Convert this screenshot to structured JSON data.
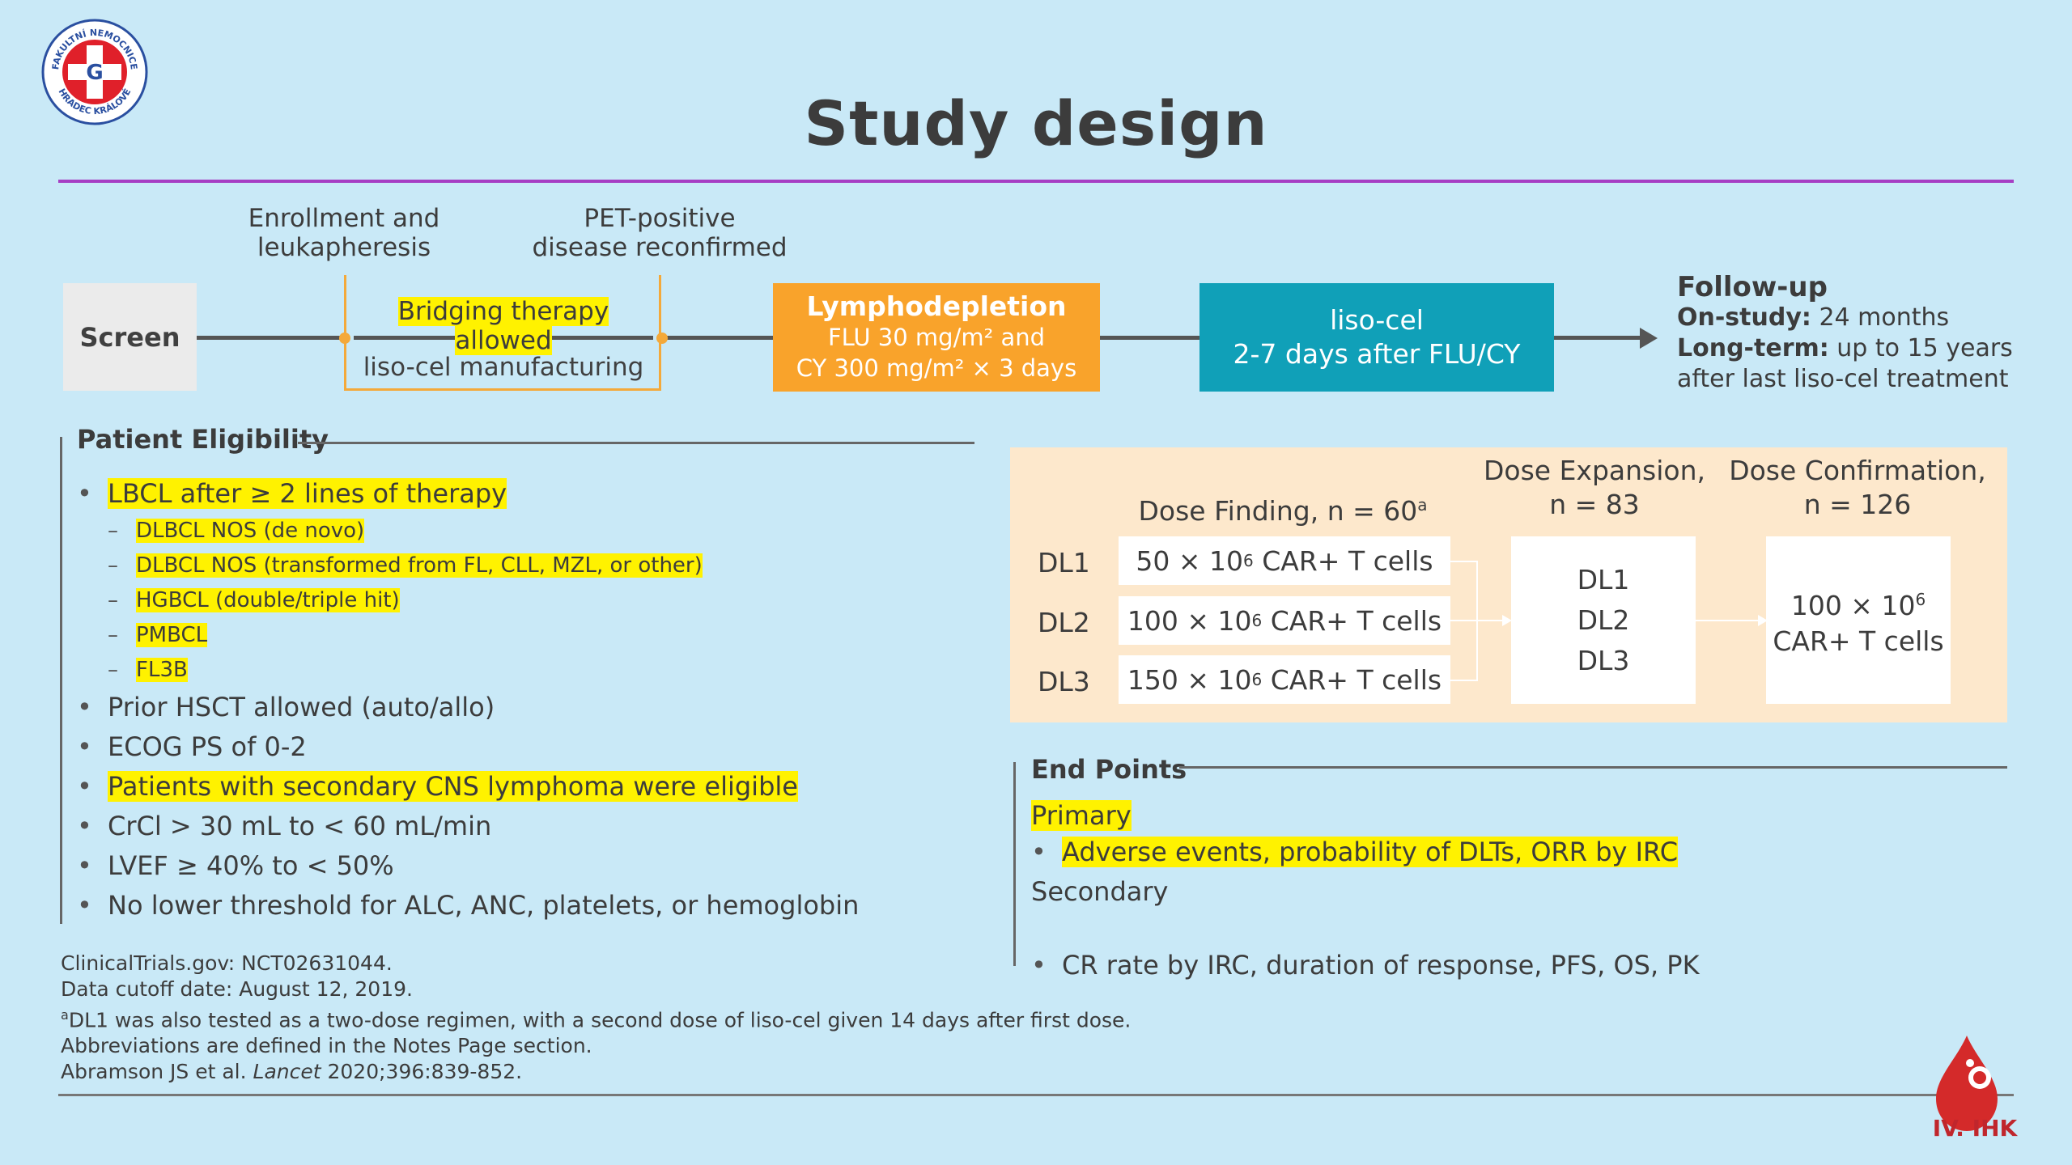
{
  "logo": {
    "name": "Fakultní nemocnice Hradec Králové",
    "ring_text_top": "FAKULTNÍ NEMOCNICE",
    "ring_text_bottom": "HRADEC KRÁLOVÉ"
  },
  "title": "Study design",
  "timeline": {
    "label_enrollment_1": "Enrollment and",
    "label_enrollment_2": "leukapheresis",
    "label_pet_1": "PET-positive",
    "label_pet_2": "disease reconfirmed",
    "screen": "Screen",
    "bridging": "Bridging therapy allowed",
    "manufacturing": "liso-cel manufacturing",
    "lympho_title": "Lymphodepletion",
    "lympho_line1": "FLU 30 mg/m² and",
    "lympho_line2": "CY 300 mg/m² × 3 days",
    "lisocel_line1": "liso-cel",
    "lisocel_line2": "2-7 days after FLU/CY",
    "followup_title": "Follow-up",
    "onstudy_label": "On-study:",
    "onstudy_value": " 24 months",
    "longterm_label": "Long-term:",
    "longterm_value": " up to 15 years",
    "longterm_line2": "after last liso-cel treatment"
  },
  "eligibility": {
    "heading": "Patient Eligibility",
    "items": [
      {
        "text": "LBCL after ≥ 2 lines of therapy",
        "highlight": true
      },
      {
        "text": "Prior HSCT allowed (auto/allo)",
        "highlight": false
      },
      {
        "text": "ECOG PS of 0-2",
        "highlight": false
      },
      {
        "text": "Patients with secondary CNS lymphoma were eligible",
        "highlight": true
      },
      {
        "text": "CrCl > 30 mL to < 60 mL/min",
        "highlight": false
      },
      {
        "text": "LVEF ≥ 40% to < 50%",
        "highlight": false
      },
      {
        "text": "No lower threshold for ALC, ANC, platelets, or hemoglobin",
        "highlight": false
      }
    ],
    "subitems": [
      "DLBCL NOS (de novo)",
      "DLBCL NOS (transformed from FL, CLL, MZL, or other)",
      "HGBCL (double/triple hit)",
      "PMBCL",
      "FL3B"
    ]
  },
  "dose": {
    "finding_head": "Dose Finding, n = 60",
    "finding_sup": "a",
    "expansion_head_1": "Dose Expansion,",
    "expansion_head_2": "n = 83",
    "confirm_head_1": "Dose Confirmation,",
    "confirm_head_2": "n = 126",
    "levels": [
      {
        "label": "DL1",
        "value": "50 × 10",
        "sup": "6",
        "rest": " CAR+ T cells"
      },
      {
        "label": "DL2",
        "value": "100 × 10",
        "sup": "6",
        "rest": " CAR+ T cells"
      },
      {
        "label": "DL3",
        "value": "150 × 10",
        "sup": "6",
        "rest": " CAR+ T cells"
      }
    ],
    "expansion_items": [
      "DL1",
      "DL2",
      "DL3"
    ],
    "confirm_line1": "100 × 10",
    "confirm_sup": "6",
    "confirm_line2": "CAR+ T cells"
  },
  "endpoints": {
    "heading": "End Points",
    "primary_label": "Primary",
    "primary_item": "Adverse events, probability of DLTs, ORR by IRC",
    "secondary_label": "Secondary",
    "secondary_item": "CR rate by IRC, duration of response, PFS, OS, PK"
  },
  "footnotes": {
    "line1": "ClinicalTrials.gov: NCT02631044.",
    "line2": "Data cutoff date: August 12, 2019.",
    "line3_sup": "a",
    "line3": "DL1 was also tested as a two-dose regimen, with a second dose of liso-cel given 14 days after first dose.",
    "line4": "Abbreviations are defined in the Notes Page section.",
    "line5_pre": "Abramson JS et al. ",
    "line5_journal": "Lancet",
    "line5_post": " 2020;396:839-852."
  },
  "branding": {
    "ihk_text": "IV. IHK"
  },
  "colors": {
    "background": "#c9e9f7",
    "title_rule": "#a63fc4",
    "highlight": "#fff200",
    "orange": "#f9a32b",
    "teal": "#10a0b8",
    "dose_panel": "#fde8cc",
    "ihk_red": "#c0262c"
  }
}
